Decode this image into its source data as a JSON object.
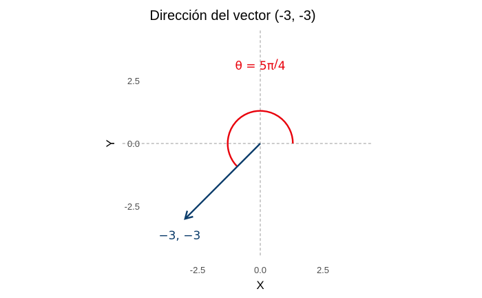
{
  "chart_data": {
    "type": "vector",
    "title": "Dirección del vector (-3, -3)",
    "xlabel": "X",
    "ylabel": "Y",
    "xlim": [
      -4.5,
      4.5
    ],
    "ylim": [
      -4.5,
      4.5
    ],
    "x_ticks": [
      -2.5,
      0.0,
      2.5
    ],
    "x_tick_labels": [
      "-2.5",
      "0.0",
      "2.5"
    ],
    "y_ticks": [
      2.5,
      0.0,
      -2.5
    ],
    "y_tick_labels": [
      "2.5",
      "0.0",
      "-2.5"
    ],
    "vector": {
      "x0": 0,
      "y0": 0,
      "x1": -3,
      "y1": -3,
      "label": "−3, −3",
      "color": "#0c3d6b"
    },
    "angle_arc": {
      "radius": 1.3,
      "start_deg": 0,
      "end_deg": 225,
      "color": "#e8000b"
    },
    "angle_label": {
      "theta": "θ",
      "equals": " = ",
      "numerator": "5π",
      "slash": "/",
      "denominator": "4",
      "x": 0,
      "y": 3.1
    },
    "reference_lines": {
      "x": 0,
      "y": 0,
      "style": "dashed",
      "color": "#999999"
    },
    "grid": false
  }
}
